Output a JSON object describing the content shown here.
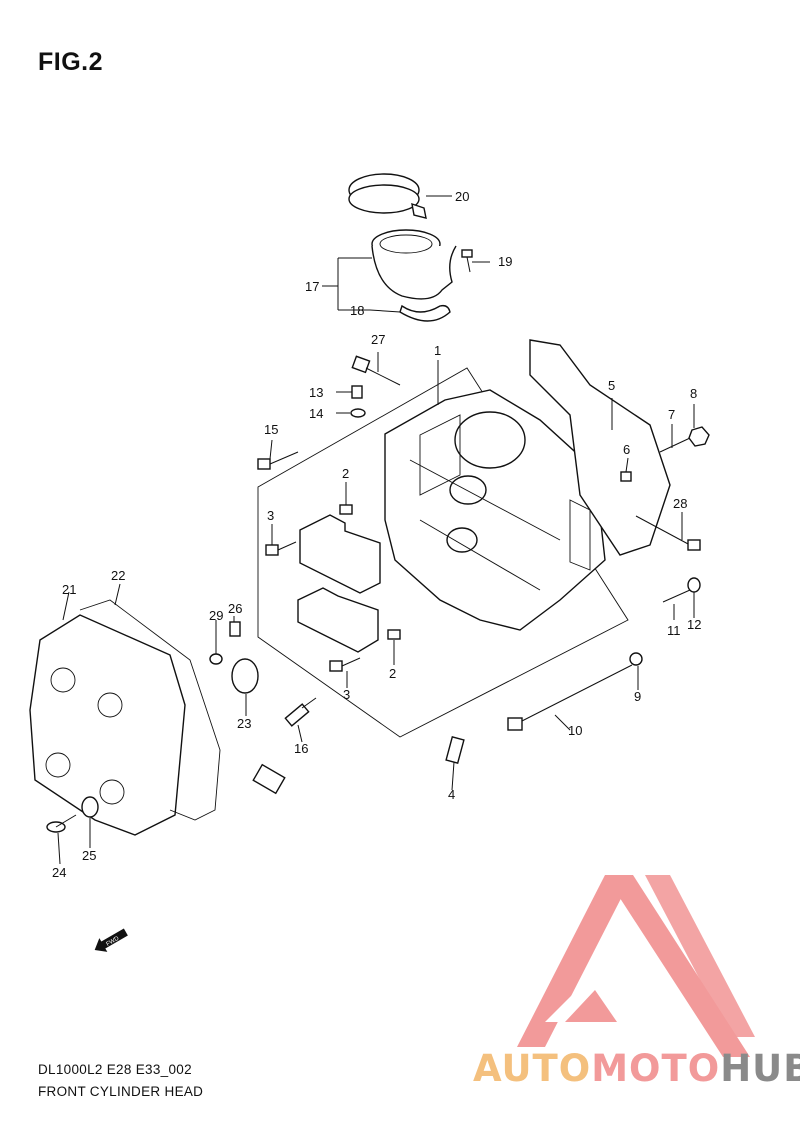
{
  "figure": {
    "title": "FIG.2"
  },
  "callouts": [
    "20",
    "19",
    "17",
    "18",
    "27",
    "1",
    "5",
    "8",
    "13",
    "14",
    "7",
    "6",
    "15",
    "2",
    "28",
    "3",
    "22",
    "21",
    "29",
    "26",
    "11",
    "12",
    "9",
    "23",
    "16",
    "3",
    "2",
    "10",
    "4",
    "24",
    "25"
  ],
  "fwd_label": "FWD",
  "caption": {
    "model_code": "DL1000L2 E28 E33_002",
    "section": "FRONT CYLINDER HEAD"
  },
  "watermark": {
    "part1": "AUTO",
    "part2": "MOTO",
    "part3": "HUB"
  },
  "colors": {
    "logo_red": "#f29a9a",
    "brand_orange": "#f4c07e",
    "brand_gray": "#8a8a8a"
  }
}
